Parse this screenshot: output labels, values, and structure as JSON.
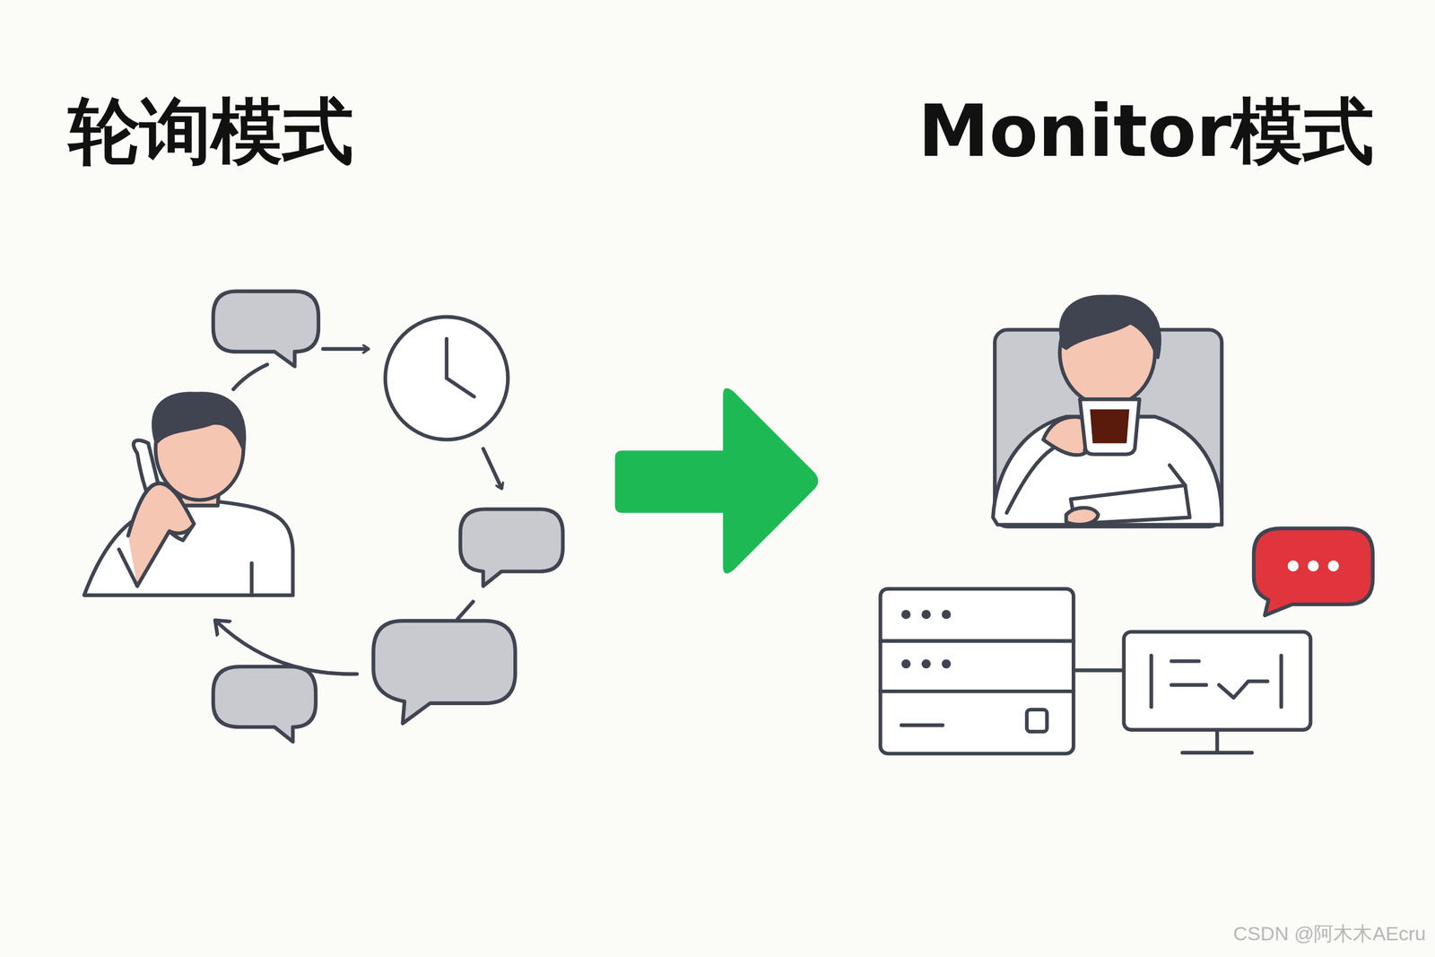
{
  "diagram": {
    "labels": [
      "轮询模式",
      "Monitor模式",
      "CSDN @阿木木AEcru"
    ]
  }
}
